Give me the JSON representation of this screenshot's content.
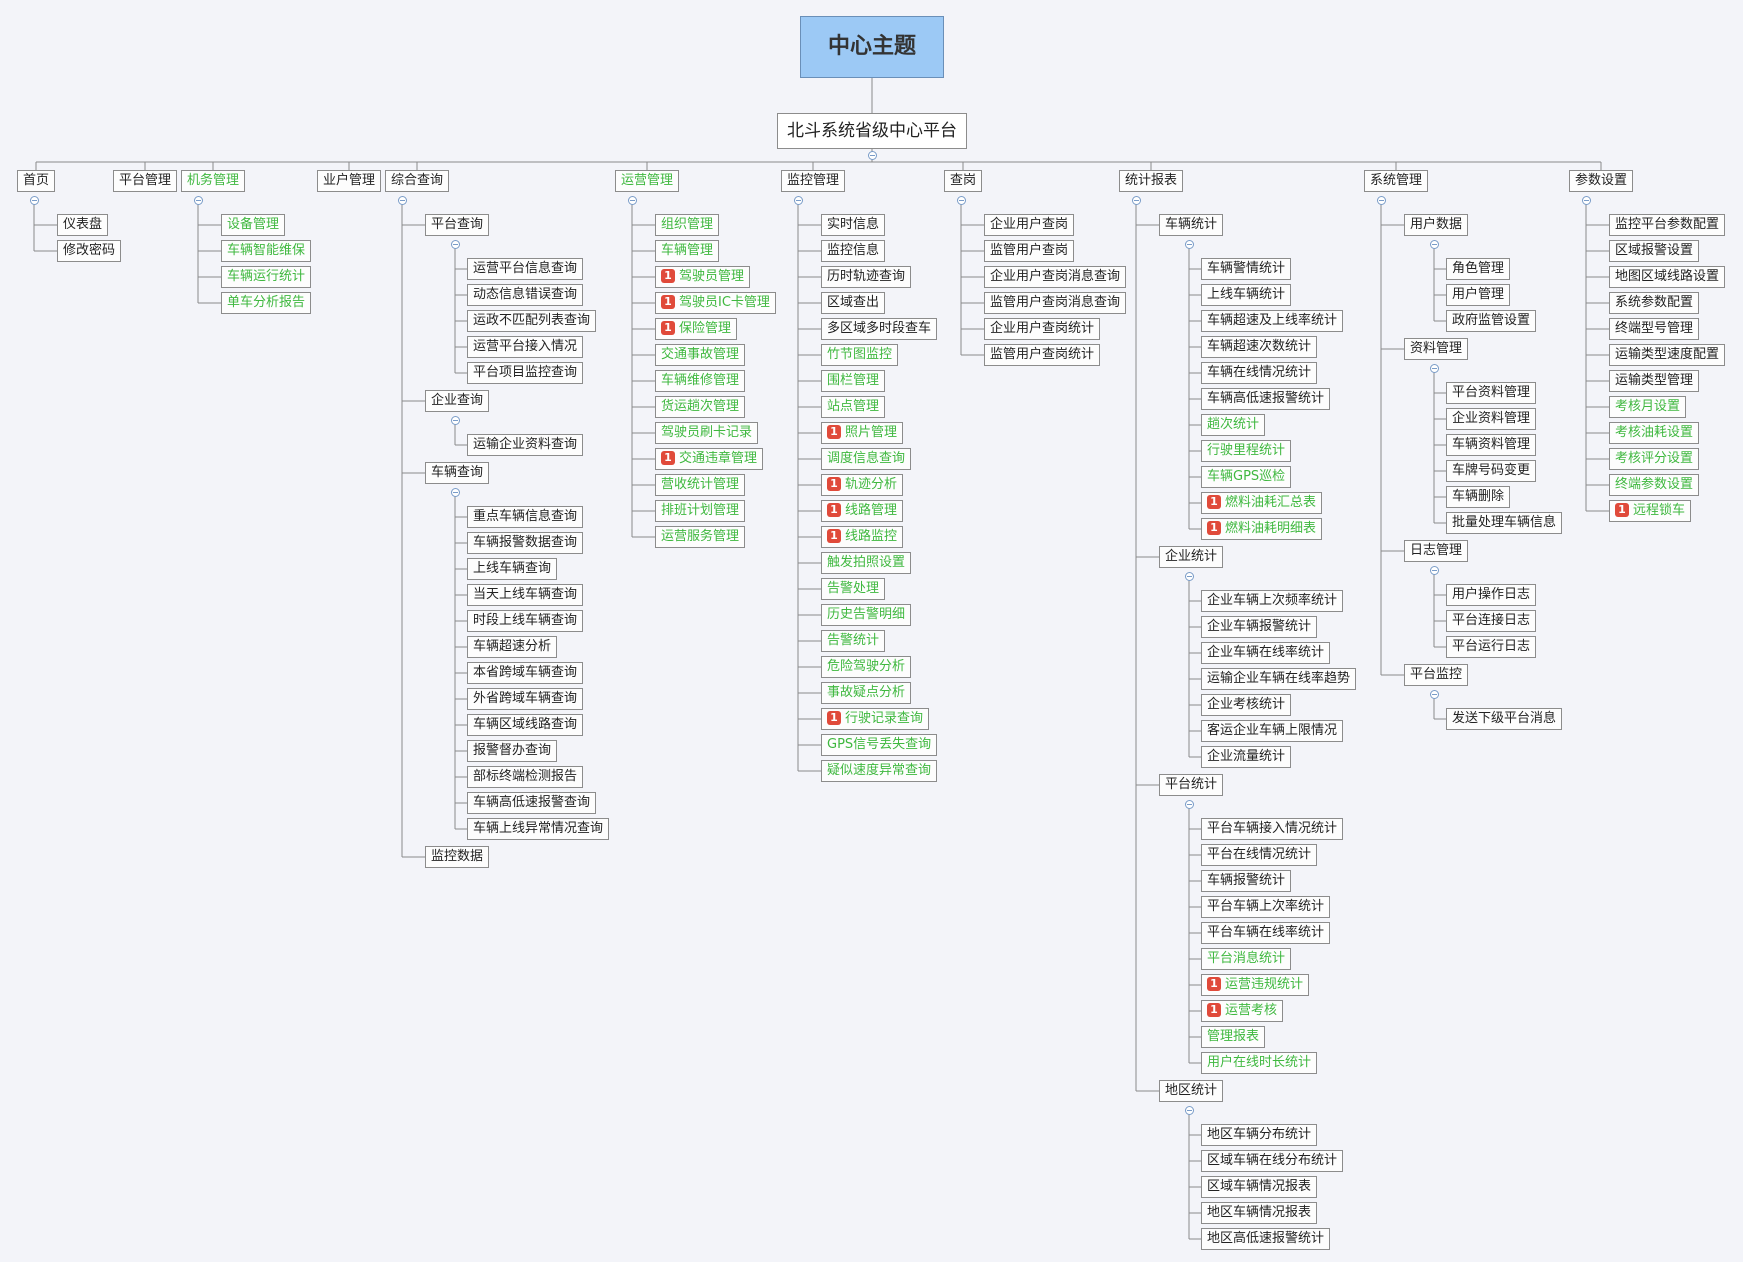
{
  "center_topic": "中心主题",
  "root": "北斗系统省级中心平台",
  "badge_text": "1",
  "branches": [
    {
      "label": "首页",
      "green": false,
      "children": [
        {
          "label": "仪表盘"
        },
        {
          "label": "修改密码"
        }
      ]
    },
    {
      "label": "平台管理",
      "green": false,
      "children": []
    },
    {
      "label": "机务管理",
      "green": true,
      "children": [
        {
          "label": "设备管理",
          "green": true
        },
        {
          "label": "车辆智能维保",
          "green": true
        },
        {
          "label": "车辆运行统计",
          "green": true
        },
        {
          "label": "单车分析报告",
          "green": true
        }
      ]
    },
    {
      "label": "业户管理",
      "green": false,
      "children": []
    },
    {
      "label": "综合查询",
      "green": false,
      "children": [
        {
          "label": "平台查询",
          "children": [
            {
              "label": "运营平台信息查询"
            },
            {
              "label": "动态信息错误查询"
            },
            {
              "label": "运政不匹配列表查询"
            },
            {
              "label": "运营平台接入情况"
            },
            {
              "label": "平台项目监控查询"
            }
          ]
        },
        {
          "label": "企业查询",
          "children": [
            {
              "label": "运输企业资料查询"
            }
          ]
        },
        {
          "label": "车辆查询",
          "children": [
            {
              "label": "重点车辆信息查询"
            },
            {
              "label": "车辆报警数据查询"
            },
            {
              "label": "上线车辆查询"
            },
            {
              "label": "当天上线车辆查询"
            },
            {
              "label": "时段上线车辆查询"
            },
            {
              "label": "车辆超速分析"
            },
            {
              "label": "本省跨域车辆查询"
            },
            {
              "label": "外省跨域车辆查询"
            },
            {
              "label": "车辆区域线路查询"
            },
            {
              "label": "报警督办查询"
            },
            {
              "label": "部标终端检测报告"
            },
            {
              "label": "车辆高低速报警查询"
            },
            {
              "label": "车辆上线异常情况查询"
            }
          ]
        },
        {
          "label": "监控数据",
          "children": []
        }
      ]
    },
    {
      "label": "运营管理",
      "green": true,
      "children": [
        {
          "label": "组织管理",
          "green": true
        },
        {
          "label": "车辆管理",
          "green": true
        },
        {
          "label": "驾驶员管理",
          "green": true,
          "badge": true
        },
        {
          "label": "驾驶员IC卡管理",
          "green": true,
          "badge": true
        },
        {
          "label": "保险管理",
          "green": true,
          "badge": true
        },
        {
          "label": "交通事故管理",
          "green": true
        },
        {
          "label": "车辆维修管理",
          "green": true
        },
        {
          "label": "货运趟次管理",
          "green": true
        },
        {
          "label": "驾驶员刷卡记录",
          "green": true
        },
        {
          "label": "交通违章管理",
          "green": true,
          "badge": true
        },
        {
          "label": "营收统计管理",
          "green": true
        },
        {
          "label": "排班计划管理",
          "green": true
        },
        {
          "label": "运营服务管理",
          "green": true
        }
      ]
    },
    {
      "label": "监控管理",
      "green": false,
      "children": [
        {
          "label": "实时信息"
        },
        {
          "label": "监控信息"
        },
        {
          "label": "历时轨迹查询"
        },
        {
          "label": "区域查出"
        },
        {
          "label": "多区域多时段查车"
        },
        {
          "label": "竹节图监控",
          "green": true
        },
        {
          "label": "围栏管理",
          "green": true
        },
        {
          "label": "站点管理",
          "green": true
        },
        {
          "label": "照片管理",
          "green": true,
          "badge": true
        },
        {
          "label": "调度信息查询",
          "green": true
        },
        {
          "label": "轨迹分析",
          "green": true,
          "badge": true
        },
        {
          "label": "线路管理",
          "green": true,
          "badge": true
        },
        {
          "label": "线路监控",
          "green": true,
          "badge": true
        },
        {
          "label": "触发拍照设置",
          "green": true
        },
        {
          "label": "告警处理",
          "green": true
        },
        {
          "label": "历史告警明细",
          "green": true
        },
        {
          "label": "告警统计",
          "green": true
        },
        {
          "label": "危险驾驶分析",
          "green": true
        },
        {
          "label": "事故疑点分析",
          "green": true
        },
        {
          "label": "行驶记录查询",
          "green": true,
          "badge": true
        },
        {
          "label": "GPS信号丢失查询",
          "green": true
        },
        {
          "label": "疑似速度异常查询",
          "green": true
        }
      ]
    },
    {
      "label": "查岗",
      "green": false,
      "children": [
        {
          "label": "企业用户查岗"
        },
        {
          "label": "监管用户查岗"
        },
        {
          "label": "企业用户查岗消息查询"
        },
        {
          "label": "监管用户查岗消息查询"
        },
        {
          "label": "企业用户查岗统计"
        },
        {
          "label": "监管用户查岗统计"
        }
      ]
    },
    {
      "label": "统计报表",
      "green": false,
      "children": [
        {
          "label": "车辆统计",
          "children": [
            {
              "label": "车辆警情统计"
            },
            {
              "label": "上线车辆统计"
            },
            {
              "label": "车辆超速及上线率统计"
            },
            {
              "label": "车辆超速次数统计"
            },
            {
              "label": "车辆在线情况统计"
            },
            {
              "label": "车辆高低速报警统计"
            },
            {
              "label": "趟次统计",
              "green": true
            },
            {
              "label": "行驶里程统计",
              "green": true
            },
            {
              "label": "车辆GPS巡检",
              "green": true
            },
            {
              "label": "燃料油耗汇总表",
              "green": true,
              "badge": true
            },
            {
              "label": "燃料油耗明细表",
              "green": true,
              "badge": true
            }
          ]
        },
        {
          "label": "企业统计",
          "children": [
            {
              "label": "企业车辆上次频率统计"
            },
            {
              "label": "企业车辆报警统计"
            },
            {
              "label": "企业车辆在线率统计"
            },
            {
              "label": "运输企业车辆在线率趋势"
            },
            {
              "label": "企业考核统计"
            },
            {
              "label": "客运企业车辆上限情况"
            },
            {
              "label": "企业流量统计"
            }
          ]
        },
        {
          "label": "平台统计",
          "children": [
            {
              "label": "平台车辆接入情况统计"
            },
            {
              "label": "平台在线情况统计"
            },
            {
              "label": "车辆报警统计"
            },
            {
              "label": "平台车辆上次率统计"
            },
            {
              "label": "平台车辆在线率统计"
            },
            {
              "label": "平台消息统计",
              "green": true
            },
            {
              "label": "运营违规统计",
              "green": true,
              "badge": true
            },
            {
              "label": "运营考核",
              "green": true,
              "badge": true
            },
            {
              "label": "管理报表",
              "green": true
            },
            {
              "label": "用户在线时长统计",
              "green": true
            }
          ]
        },
        {
          "label": "地区统计",
          "children": [
            {
              "label": "地区车辆分布统计"
            },
            {
              "label": "区域车辆在线分布统计"
            },
            {
              "label": "区域车辆情况报表"
            },
            {
              "label": "地区车辆情况报表"
            },
            {
              "label": "地区高低速报警统计"
            }
          ]
        }
      ]
    },
    {
      "label": "系统管理",
      "green": false,
      "children": [
        {
          "label": "用户数据",
          "children": [
            {
              "label": "角色管理"
            },
            {
              "label": "用户管理"
            },
            {
              "label": "政府监管设置"
            }
          ]
        },
        {
          "label": "资料管理",
          "children": [
            {
              "label": "平台资料管理"
            },
            {
              "label": "企业资料管理"
            },
            {
              "label": "车辆资料管理"
            },
            {
              "label": "车牌号码变更"
            },
            {
              "label": "车辆删除"
            },
            {
              "label": "批量处理车辆信息"
            }
          ]
        },
        {
          "label": "日志管理",
          "children": [
            {
              "label": "用户操作日志"
            },
            {
              "label": "平台连接日志"
            },
            {
              "label": "平台运行日志"
            }
          ]
        },
        {
          "label": "平台监控",
          "children": [
            {
              "label": "发送下级平台消息"
            }
          ]
        }
      ]
    },
    {
      "label": "参数设置",
      "green": false,
      "children": [
        {
          "label": "监控平台参数配置"
        },
        {
          "label": "区域报警设置"
        },
        {
          "label": "地图区域线路设置"
        },
        {
          "label": "系统参数配置"
        },
        {
          "label": "终端型号管理"
        },
        {
          "label": "运输类型速度配置"
        },
        {
          "label": "运输类型管理"
        },
        {
          "label": "考核月设置",
          "green": true
        },
        {
          "label": "考核油耗设置",
          "green": true
        },
        {
          "label": "考核评分设置",
          "green": true
        },
        {
          "label": "终端参数设置",
          "green": true
        },
        {
          "label": "远程锁车",
          "green": true,
          "badge": true
        }
      ]
    }
  ]
}
